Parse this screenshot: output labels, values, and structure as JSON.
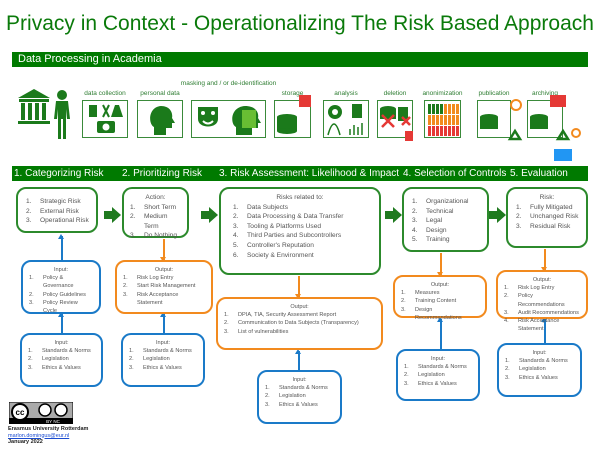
{
  "title": "Privacy in Context - Operationalizing The Risk Based Approach",
  "banner": "Data Processing in Academia",
  "colors": {
    "green": "#007a00",
    "orange": "#f28a1e",
    "blue": "#1a7ac8",
    "red": "#e53935"
  },
  "stages": [
    {
      "label": "data collection",
      "icon": "lab-camera-icon"
    },
    {
      "label": "personal data",
      "icon": "head-icon"
    },
    {
      "label": "masking and / or de-identification",
      "icon": "masks-icon"
    },
    {
      "label": "storage",
      "icon": "database-icon"
    },
    {
      "label": "analysis",
      "icon": "gear-chart-icon"
    },
    {
      "label": "deletion",
      "icon": "delete-trash-icon"
    },
    {
      "label": "anonimization",
      "icon": "people-grid-icon"
    },
    {
      "label": "publication",
      "icon": "open-access-recycle-icon"
    },
    {
      "label": "archiving",
      "icon": "archive-recycle-icon"
    }
  ],
  "steps": [
    "1. Categorizing Risk",
    "2. Prioritizing Risk",
    "3. Risk Assessment: Likelihood & Impact",
    "4. Selection of Controls",
    "5. Evaluation"
  ],
  "boxes": {
    "b1": {
      "title": "",
      "items": [
        "Strategic Risk",
        "External Risk",
        "Operational Risk"
      ]
    },
    "b2": {
      "title": "Action:",
      "items": [
        "Short Term",
        "Medium Term",
        "Do Nothing"
      ]
    },
    "b3": {
      "title": "Risks related to:",
      "items": [
        "Data Subjects",
        "Data Processing & Data Transfer",
        "Tooling & Platforms Used",
        "Third Parties and Subcontrollers",
        "Controller's Reputation",
        "Society & Environment"
      ]
    },
    "b4": {
      "title": "",
      "items": [
        "Organizational",
        "Technical",
        "Legal",
        "Design",
        "Training"
      ]
    },
    "b5": {
      "title": "Risk:",
      "items": [
        "Fully Mitigated",
        "Unchanged Risk",
        "Residual Risk"
      ]
    },
    "in1": {
      "title": "Input:",
      "items": [
        "Policy & Governance",
        "Policy Guidelines",
        "Policy Review Cycle"
      ]
    },
    "out2": {
      "title": "Output:",
      "items": [
        "Risk Log Entry",
        "Start Risk Management",
        "Risk Acceptance Statement"
      ]
    },
    "out3": {
      "title": "Output:",
      "items": [
        "DPIA, TIA, Security Assessment Report",
        "Communication to Data Subjects (Transparency)",
        "List of vulnerabilities"
      ]
    },
    "out4": {
      "title": "Output:",
      "items": [
        "Measures",
        "Training Content",
        "Design Recommendations"
      ]
    },
    "out5": {
      "title": "Output:",
      "items": [
        "Risk Log Entry",
        "Policy Recommendations",
        "Audit Recommendations",
        "Risk Acceptance Statement"
      ]
    },
    "bi1": {
      "title": "Input:",
      "items": [
        "Standards & Norms",
        "Legislation",
        "Ethics & Values"
      ]
    },
    "bi2": {
      "title": "Input:",
      "items": [
        "Standards & Norms",
        "Legislation",
        "Ethics & Values"
      ]
    },
    "bi3": {
      "title": "Input:",
      "items": [
        "Standards & Norms",
        "Legislation",
        "Ethics & Values"
      ]
    },
    "bi4": {
      "title": "Input:",
      "items": [
        "Standards & Norms",
        "Legislation",
        "Ethics & Values"
      ]
    },
    "bi5": {
      "title": "Input:",
      "items": [
        "Standards & Norms",
        "Legislation",
        "Ethics & Values"
      ]
    }
  },
  "license": {
    "icon": "cc-by-nc-icon",
    "text": "BY NC"
  },
  "footer": {
    "org": "Erasmus University Rotterdam",
    "email": "marlon.domingus@eur.nl",
    "date": "January 2022"
  }
}
